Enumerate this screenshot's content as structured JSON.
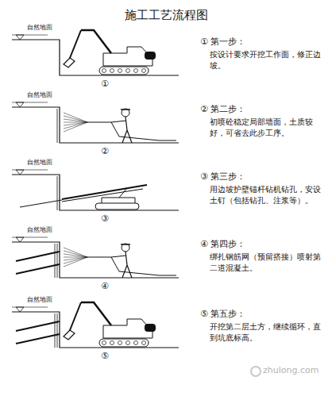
{
  "diagram": {
    "title": "施工工艺流程图",
    "labels": [
      "自然地面",
      "①",
      "① 第一步：",
      "按设计要求开挖工作面，修正边坡。",
      "自然地面",
      "②",
      "② 第二步：",
      "初喷砼稳定局部墙面，土质较好，可省去此步工序。",
      "自然地面",
      "③",
      "③ 第三步：",
      "用边坡护壁锚杆钻机钻孔，安设土钉（包括钻孔、注浆等）。",
      "自然地面",
      "④",
      "④ 第四步：",
      "绑扎钢筋网（预留搭接）喷射第二道混凝土。",
      "自然地面",
      "⑤",
      "⑤ 第五步：",
      "开挖第二层土方，继续循环，直到坑底标高。",
      "zhulong.com"
    ]
  }
}
